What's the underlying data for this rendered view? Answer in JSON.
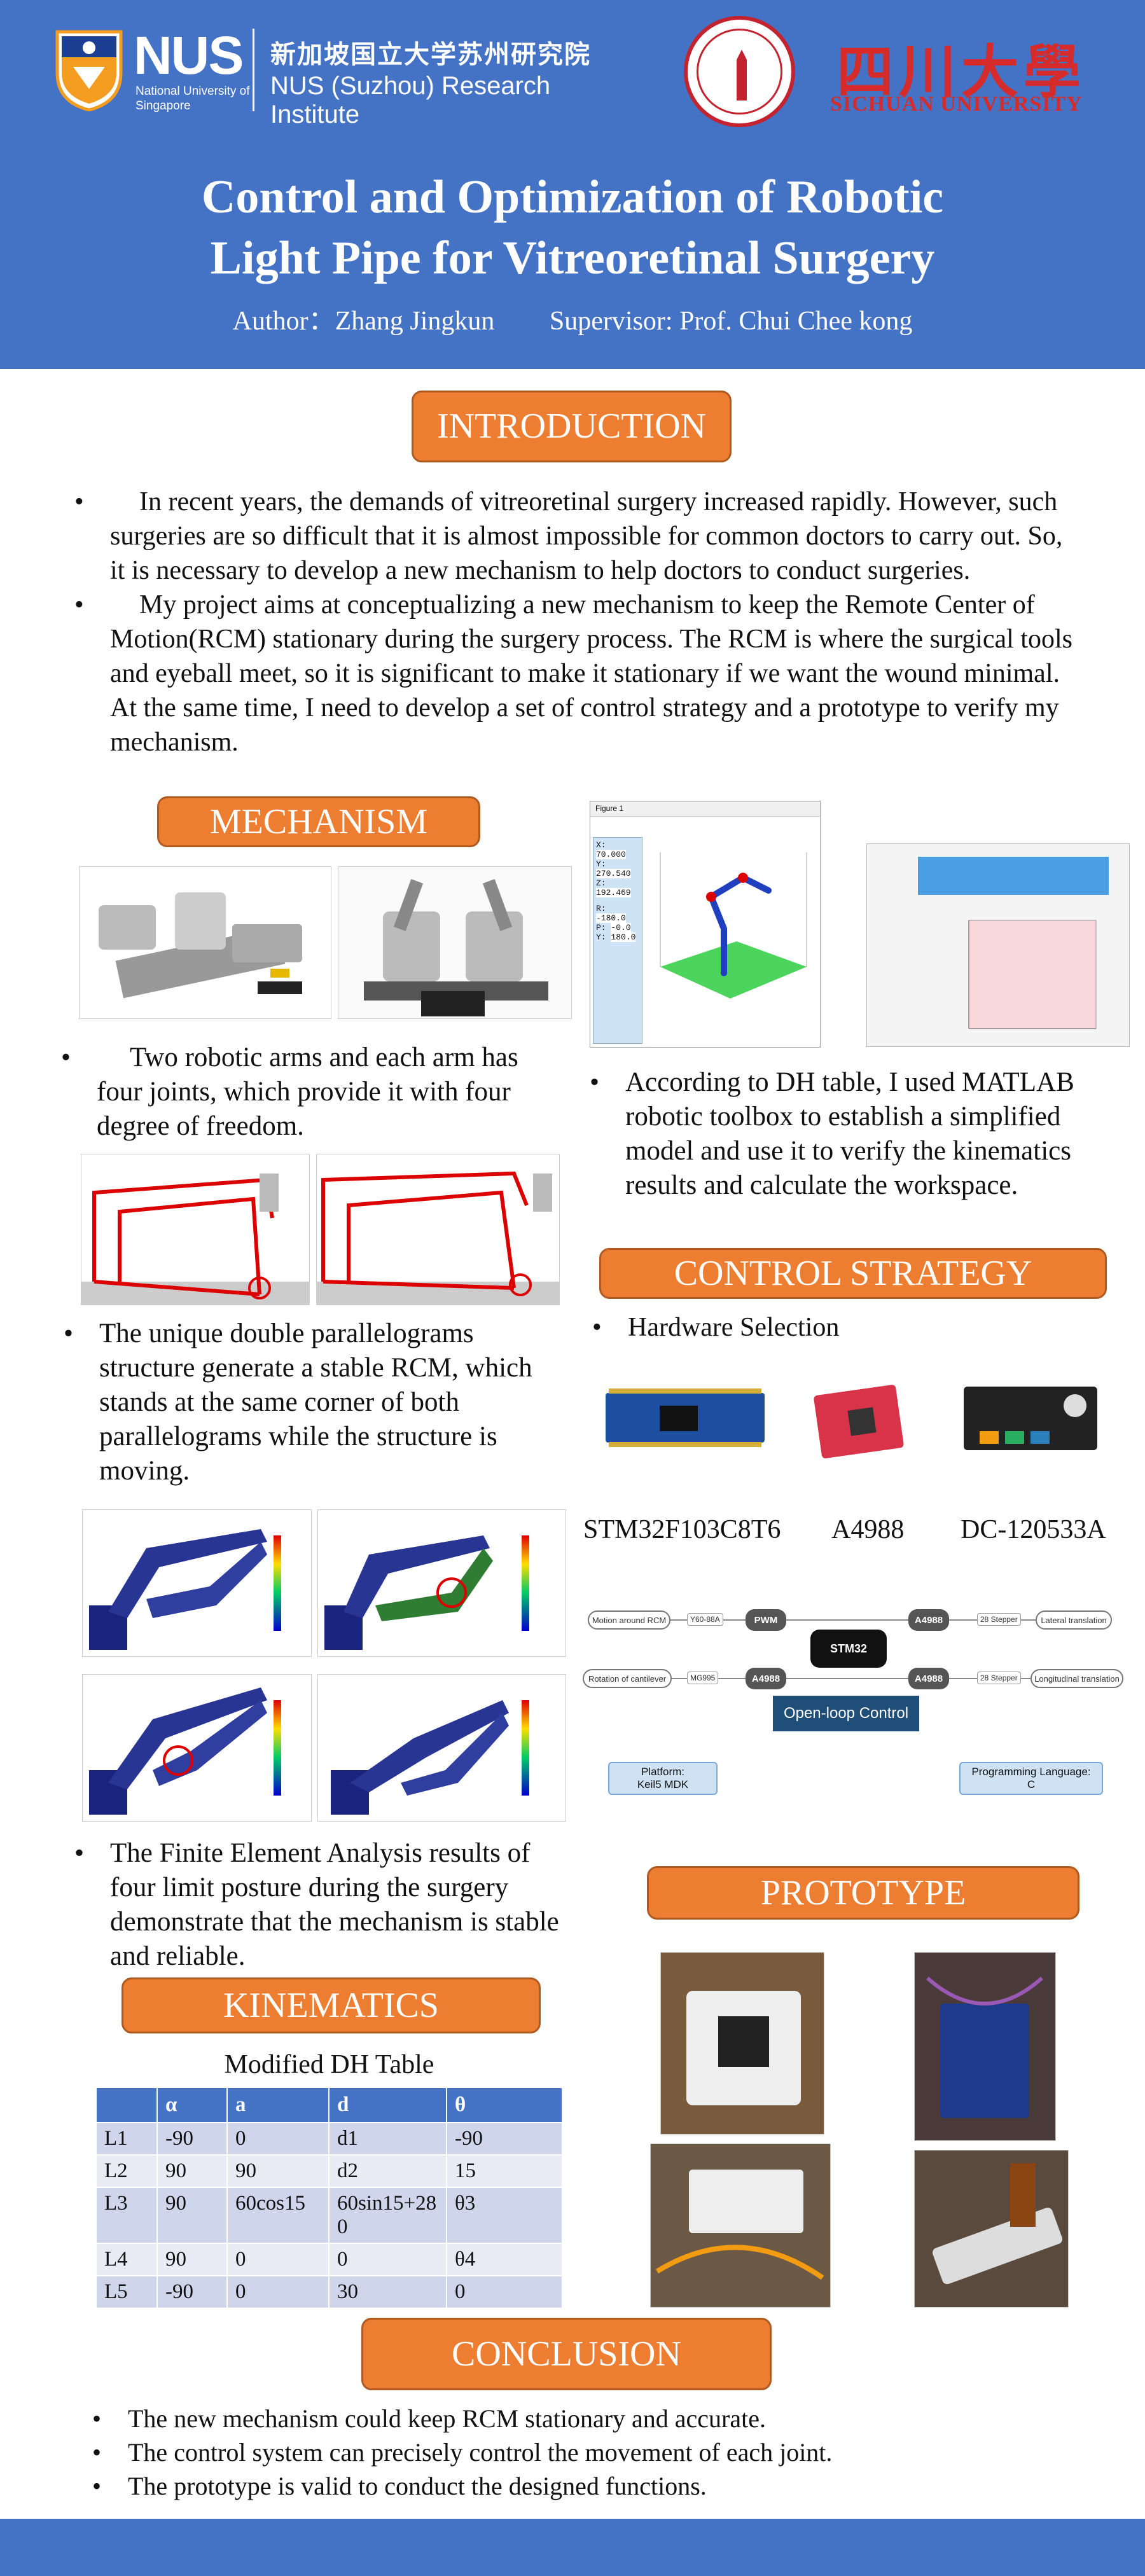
{
  "header": {
    "nus_word": "NUS",
    "nus_sub": "National University of Singapore",
    "nus_institute_cn": "新加坡国立大学苏州研究院",
    "nus_institute_en": "NUS (Suzhou) Research Institute",
    "sichuan_cn": "四川大學",
    "sichuan_en": "SICHUAN UNIVERSITY",
    "title_line1": "Control and Optimization of Robotic",
    "title_line2": "Light Pipe for Vitreoretinal Surgery",
    "author": "Author：Zhang Jingkun",
    "supervisor": "Supervisor: Prof. Chui Chee kong"
  },
  "introduction": {
    "heading": "INTRODUCTION",
    "bullets": [
      "In recent years, the demands of vitreoretinal surgery increased rapidly. However, such surgeries are so difficult that it is almost impossible for common doctors to carry out. So, it is necessary to develop a new mechanism to help doctors to conduct surgeries.",
      "My project aims at conceptualizing a  new mechanism to keep the Remote Center of Motion(RCM) stationary during the surgery process. The RCM is where the surgical tools and eyeball meet, so it is significant to make it stationary if we  want the wound minimal. At the same time, I need to develop a set of control strategy and a prototype to verify my mechanism."
    ]
  },
  "mechanism": {
    "heading": "MECHANISM",
    "bullet1": "Two robotic arms  and each arm has four joints, which provide it with four degree of freedom.",
    "bullet2": "The unique double parallelograms structure generate a stable RCM, which stands at the same corner of both parallelograms while the structure is moving.",
    "bullet3": "The Finite Element Analysis results of four limit posture during the surgery demonstrate that the mechanism is stable and reliable."
  },
  "matlab": {
    "window_title": "Figure 1",
    "x_label": "X:",
    "x_val": "70.000",
    "y_label": "Y:",
    "y_val": "270.540",
    "z_label": "Z:",
    "z_val": "192.469",
    "r_label": "R:",
    "r_val": "-180.0",
    "p_label": "P:",
    "p_val": "-0.0",
    "yw_label": "Y:",
    "yw_val": "180.0",
    "bullet": "According to DH table, I used MATLAB robotic toolbox to establish a simplified model and use it to verify the kinematics results and calculate the workspace."
  },
  "control": {
    "heading": "CONTROL STRATEGY",
    "hardware_bullet": "Hardware Selection",
    "hw1": "STM32F103C8T6",
    "hw2": "A4988",
    "hw3": "DC-120533A",
    "flow": {
      "left1": "Motion around RCM",
      "left2": "Rotation of cantilever",
      "small1": "Y60-88A",
      "small2": "MG995",
      "pwm": "PWM",
      "a4988_l": "A4988",
      "center": "STM32",
      "a4988_r1": "A4988",
      "a4988_r2": "A4988",
      "stepper1": "28 Stepper",
      "stepper2": "28 Stepper",
      "right1": "Lateral translation",
      "right2": "Longitudinal translation",
      "open_loop": "Open-loop Control",
      "platform_label": "Platform:",
      "platform_value": "Keil5 MDK",
      "lang_label": "Programming Language:",
      "lang_value": "C"
    }
  },
  "prototype": {
    "heading": "PROTOTYPE"
  },
  "kinematics": {
    "heading": "KINEMATICS",
    "table_title": "Modified DH Table",
    "columns": [
      "",
      "α",
      "a",
      "d",
      "θ"
    ],
    "rows": [
      [
        "L1",
        "-90",
        "0",
        "d1",
        "-90"
      ],
      [
        "L2",
        "90",
        "90",
        "d2",
        "15"
      ],
      [
        "L3",
        "90",
        "60cos15",
        "60sin15+280",
        "θ3"
      ],
      [
        "L4",
        "90",
        "0",
        "0",
        "θ4"
      ],
      [
        "L5",
        "-90",
        "0",
        "30",
        "0"
      ]
    ]
  },
  "conclusion": {
    "heading": "CONCLUSION",
    "bullets": [
      "The new mechanism could keep RCM stationary and accurate.",
      "The control system can precisely control the movement of each joint.",
      "The prototype is valid to conduct the designed functions."
    ]
  },
  "colors": {
    "header_blue": "#4472c4",
    "section_orange": "#ed7d31",
    "sichuan_red": "#d52b2b"
  }
}
